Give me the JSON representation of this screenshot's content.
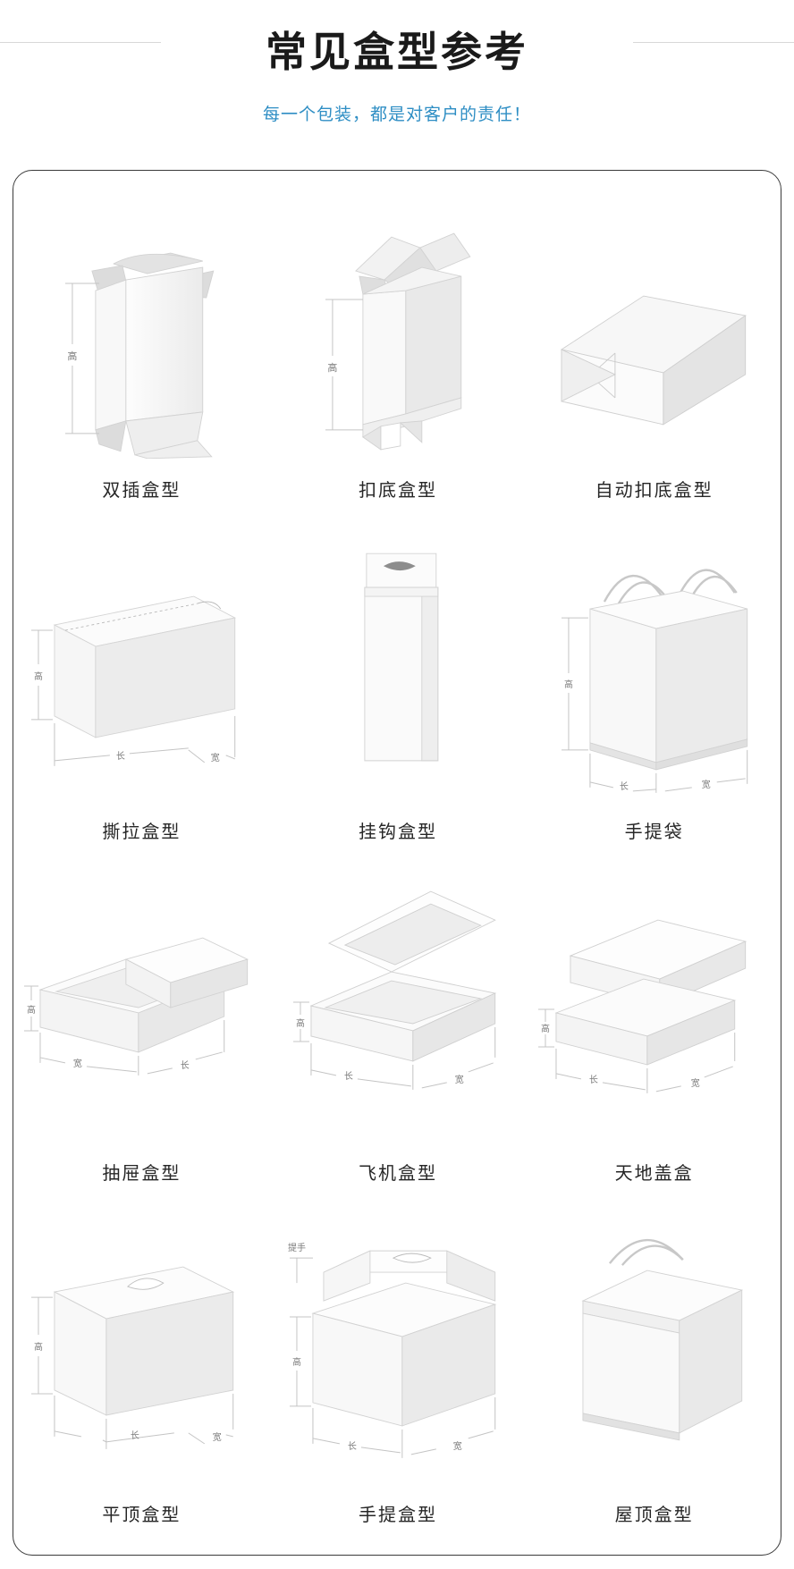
{
  "header": {
    "title": "常见盒型参考",
    "subtitle": "每一个包装，都是对客户的责任！",
    "title_color": "#1a1a1a",
    "subtitle_color": "#2e8ec4",
    "divider_color": "#d8d8d8"
  },
  "dimension_labels": {
    "height": "高",
    "length": "长",
    "width": "宽",
    "handle": "提手"
  },
  "card": {
    "border_color": "#3a3a3a",
    "items": [
      {
        "label": "双插盒型",
        "dims": [
          "高"
        ]
      },
      {
        "label": "扣底盒型",
        "dims": [
          "高"
        ]
      },
      {
        "label": "自动扣底盒型",
        "dims": []
      },
      {
        "label": "撕拉盒型",
        "dims": [
          "高",
          "长",
          "宽"
        ]
      },
      {
        "label": "挂钩盒型",
        "dims": []
      },
      {
        "label": "手提袋",
        "dims": [
          "高",
          "长",
          "宽"
        ]
      },
      {
        "label": "抽屉盒型",
        "dims": [
          "高",
          "宽",
          "长"
        ]
      },
      {
        "label": "飞机盒型",
        "dims": [
          "高",
          "长",
          "宽"
        ]
      },
      {
        "label": "天地盖盒",
        "dims": [
          "高",
          "长",
          "宽"
        ]
      },
      {
        "label": "平顶盒型",
        "dims": [
          "高",
          "长",
          "宽"
        ]
      },
      {
        "label": "手提盒型",
        "dims": [
          "提手",
          "高",
          "长",
          "宽"
        ]
      },
      {
        "label": "屋顶盒型",
        "dims": []
      }
    ]
  }
}
